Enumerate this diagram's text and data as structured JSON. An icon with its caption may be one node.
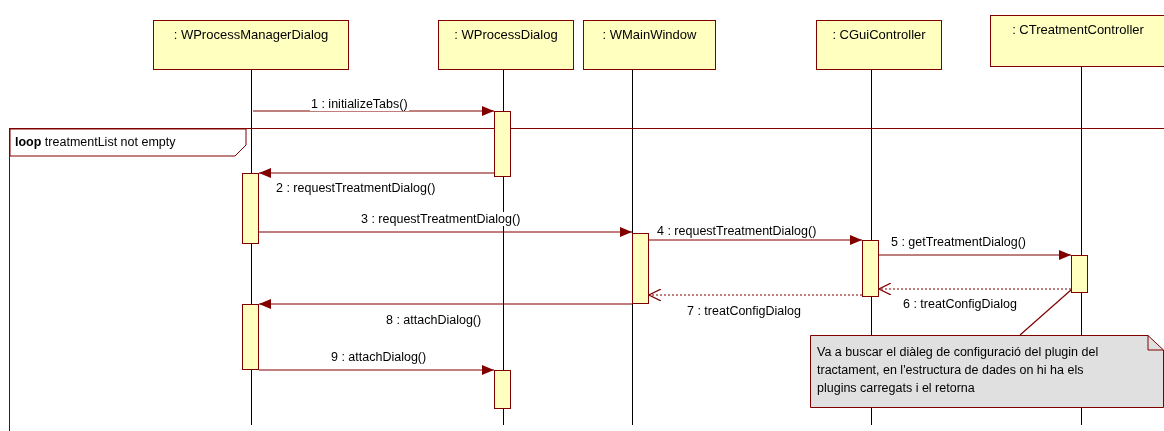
{
  "diagram": {
    "nodes": [
      {
        "text": [
          ": WProcessManagerDialog"
        ]
      },
      {
        "text": [
          ": WProcessDialog"
        ]
      },
      {
        "text": [
          ": WMainWindow"
        ]
      },
      {
        "text": [
          ": CGuiController"
        ]
      },
      {
        "text": [
          ": CTreatmentController"
        ]
      },
      {
        "text": [
          "**loop** treatmentList not empty"
        ]
      },
      {
        "text": [
          "Va a buscar el diàleg de configuració del plugin del tractament, en l'estructura de dades on hi ha els plugins carregats i el retorna"
        ],
        "in": 5
      },
      {
        "text": [],
        "shape": "line"
      },
      {
        "text": [],
        "shape": "line"
      },
      {
        "text": [],
        "shape": "line"
      },
      {
        "text": [],
        "shape": "line"
      },
      {
        "text": [],
        "shape": "line"
      },
      {
        "text": [],
        "shape": "bar"
      },
      {
        "text": [],
        "shape": "bar",
        "in": 5
      },
      {
        "text": [],
        "shape": "bar",
        "in": 5
      },
      {
        "text": [],
        "shape": "bar",
        "in": 5
      },
      {
        "text": [],
        "shape": "bar",
        "in": 5
      },
      {
        "text": [],
        "shape": "bar",
        "in": 5
      },
      {
        "text": [],
        "shape": "bar",
        "in": 5
      }
    ],
    "edges": [
      {
        "from": 7,
        "to": 12,
        "arrow": "to",
        "label": "1 : initializeTabs()"
      },
      {
        "from": 12,
        "to": 13,
        "arrow": "to",
        "label": "2 : requestTreatmentDialog()"
      },
      {
        "from": 13,
        "to": 14,
        "arrow": "to",
        "label": "3 : requestTreatmentDialog()"
      },
      {
        "from": 14,
        "to": 15,
        "arrow": "to",
        "label": "4 : requestTreatmentDialog()"
      },
      {
        "from": 15,
        "to": 16,
        "arrow": "to",
        "label": "5 : getTreatmentDialog()"
      },
      {
        "from": 16,
        "to": 15,
        "arrow": "to",
        "label": "6 : treatConfigDialog",
        "style": "dashed"
      },
      {
        "from": 15,
        "to": 14,
        "arrow": "to",
        "label": "7 : treatConfigDialog",
        "style": "dashed"
      },
      {
        "from": 14,
        "to": 17,
        "arrow": "to",
        "label": "8 : attachDialog()"
      },
      {
        "from": 17,
        "to": 18,
        "arrow": "to",
        "label": "9 : attachDialog()"
      },
      {
        "from": 6,
        "to": 16,
        "arrow": "none"
      }
    ]
  }
}
